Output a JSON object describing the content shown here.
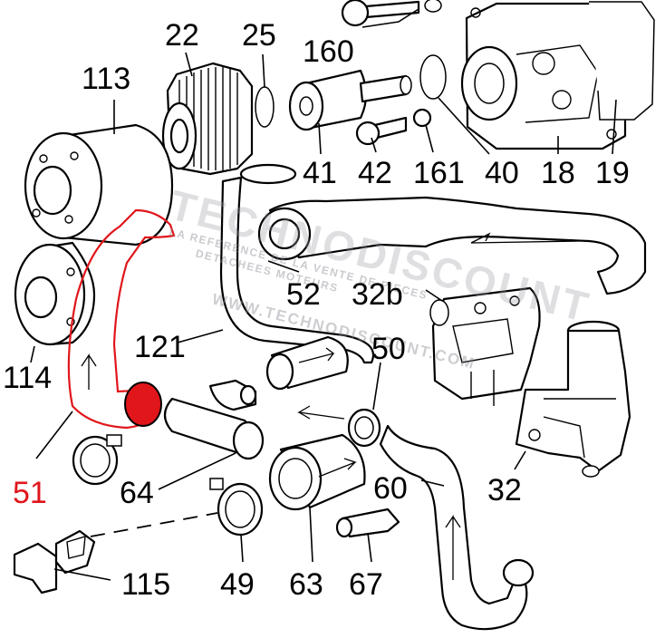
{
  "diagram": {
    "highlight_color": "#e0161b",
    "line_color": "#000000",
    "watermark_color": "#9a9aa4",
    "highlighted_part": "51",
    "callouts": {
      "c22": "22",
      "c25": "25",
      "c160": "160",
      "c113": "113",
      "c41": "41",
      "c42": "42",
      "c161": "161",
      "c40": "40",
      "c18": "18",
      "c19": "19",
      "c52": "52",
      "c32b": "32b",
      "c121": "121",
      "c50": "50",
      "c114": "114",
      "c51": "51",
      "c64": "64",
      "c60": "60",
      "c32": "32",
      "c115": "115",
      "c49": "49",
      "c63": "63",
      "c67": "67"
    },
    "watermark": {
      "brand": "TECHNODISCOUNT",
      "tagline1": "LA REFERENCE DE LA VENTE DE PIECES",
      "tagline2": "DETACHEES MOTEURS",
      "url": "WWW.TECHNODISCOUNT.COM"
    }
  }
}
